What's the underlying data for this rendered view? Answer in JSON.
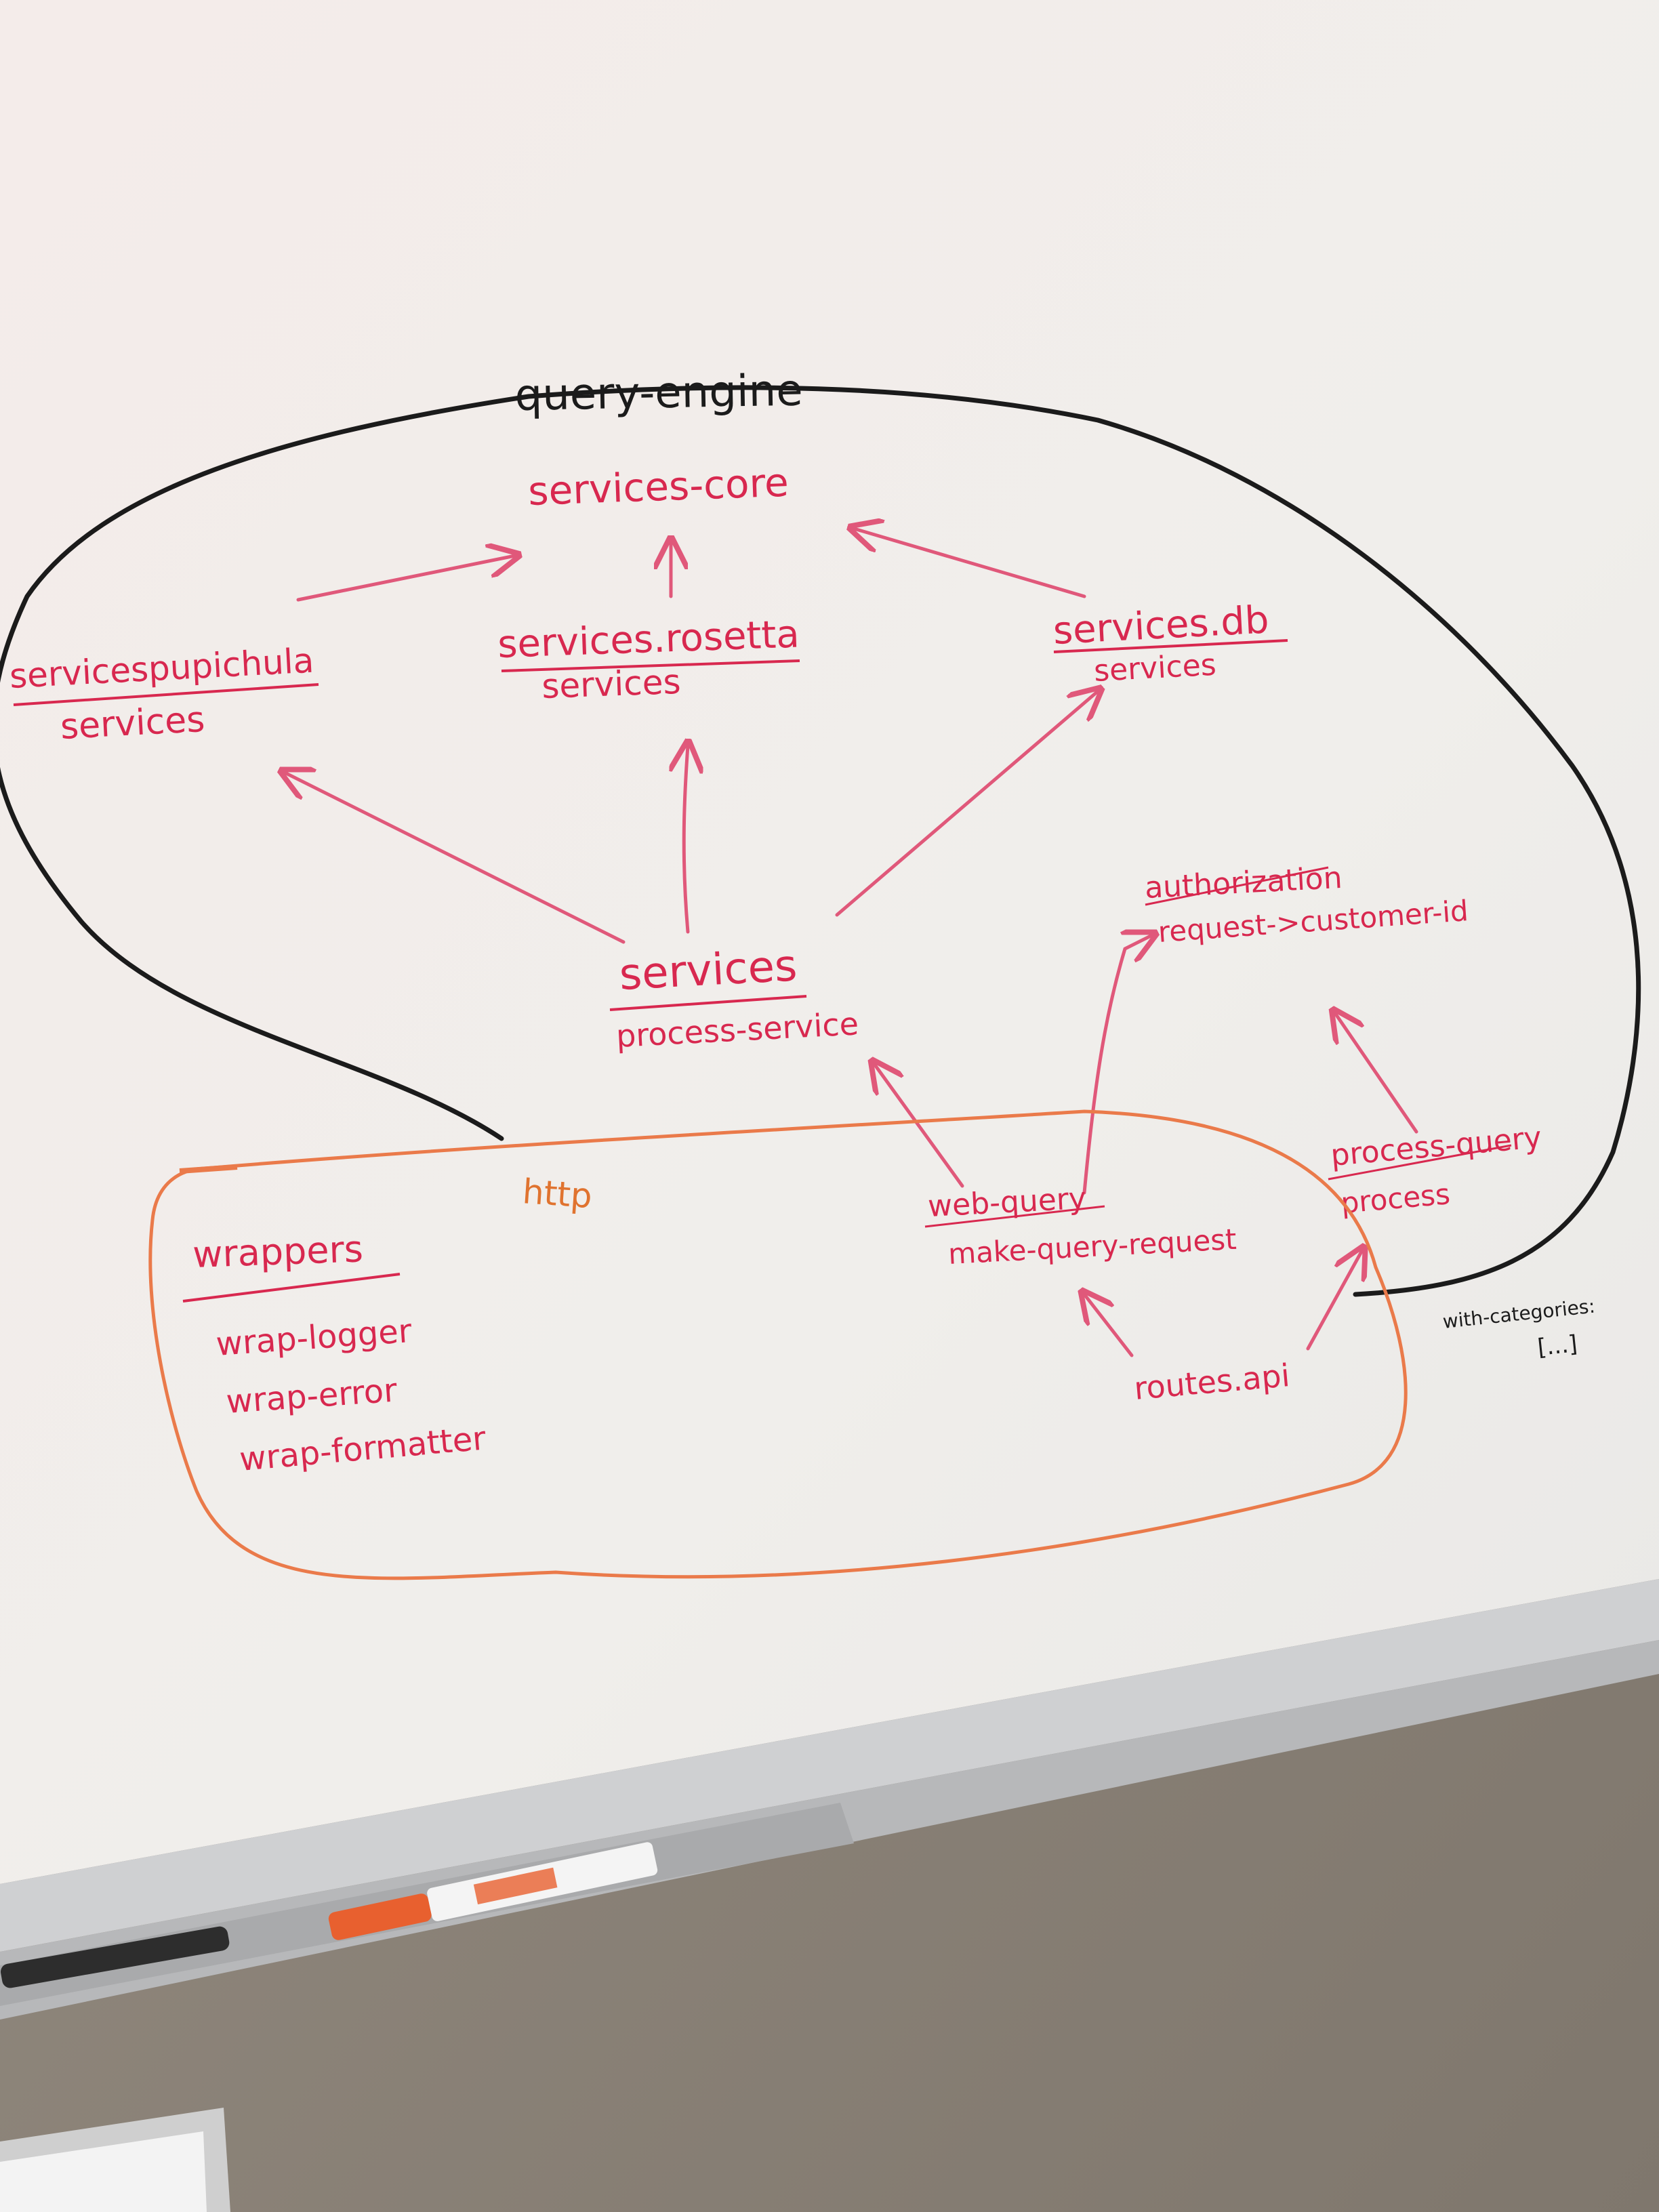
{
  "colors": {
    "wall": "#8d857b",
    "board": "#f1efec",
    "pink_marker": "#d8284f",
    "black_marker": "#1b1b1b",
    "orange_marker": "#e0732f"
  },
  "diagram": {
    "outer_group": {
      "label": "query-engine"
    },
    "core": {
      "label": "services-core"
    },
    "pupichula": {
      "title": "servicespupichula",
      "sub": "services"
    },
    "rosetta": {
      "title": "services.rosetta",
      "sub": "services"
    },
    "db": {
      "title": "services.db",
      "sub": "services"
    },
    "services": {
      "title": "services",
      "sub": "process-service"
    },
    "authorization": {
      "title": "authorization",
      "sub": "request->customer-id"
    },
    "process_query": {
      "title": "process-query",
      "sub": "process"
    },
    "http_group": {
      "label": "http"
    },
    "web_query": {
      "title": "web-query",
      "sub": "make-query-request"
    },
    "routes": {
      "label": "routes.api"
    },
    "wrappers": {
      "title": "wrappers",
      "items": [
        "wrap-logger",
        "wrap-error",
        "wrap-formatter"
      ]
    },
    "note": {
      "line1": "with-categories:",
      "line2": "[...]"
    }
  }
}
